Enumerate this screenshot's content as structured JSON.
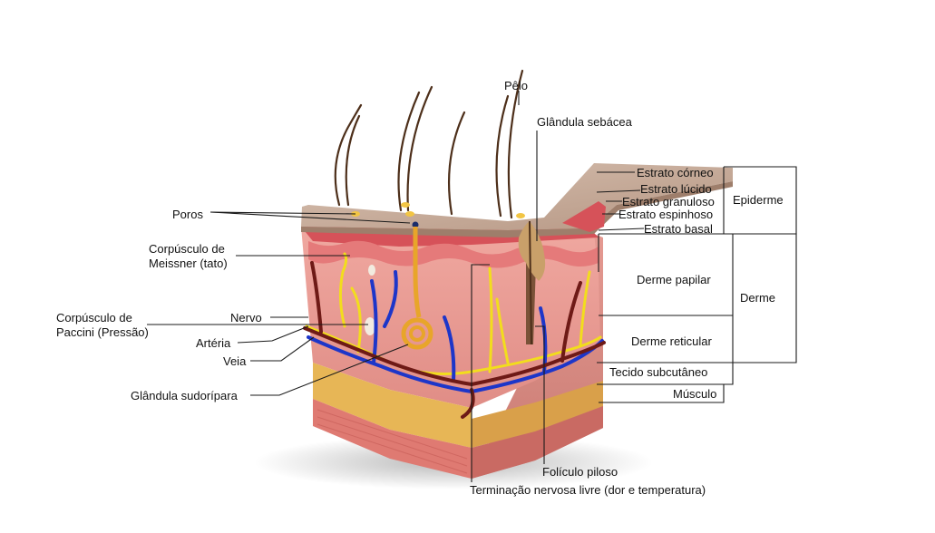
{
  "labels": {
    "pelo": "Pêlo",
    "glandula_sebacea": "Glândula sebácea",
    "poros": "Poros",
    "corpusculo_meissner_1": "Corpúsculo de",
    "corpusculo_meissner_2": "Meissner (tato)",
    "corpusculo_paccini_1": "Corpúsculo de",
    "corpusculo_paccini_2": "Paccini (Pressão)",
    "nervo": "Nervo",
    "arteria": "Artéria",
    "veia": "Veia",
    "glandula_sudoripara": "Glândula sudorípara",
    "foliculo_piloso": "Folículo piloso",
    "terminacao_nervosa": "Terminação nervosa livre (dor e temperatura)"
  },
  "layers": {
    "estrato_corneo": "Estrato córneo",
    "estrato_lucido": "Estrato lúcido",
    "estrato_granuloso": "Estrato granuloso",
    "estrato_espinhoso": "Estrato espinhoso",
    "estrato_basal": "Estrato basal",
    "derme_papilar": "Derme papilar",
    "derme_reticular": "Derme reticular",
    "tecido_subcutaneo": "Tecido subcutâneo",
    "musculo": "Músculo"
  },
  "groups": {
    "epiderme": "Epiderme",
    "derme": "Derme"
  },
  "colors": {
    "surface": "#c7aa96",
    "dermis": "#ea9f98",
    "epidermis_red": "#d9545a",
    "fat": "#e7b656",
    "muscle": "#df7a72",
    "nerve": "#f2dd1d",
    "artery": "#6e1a16",
    "vein": "#1d36c9",
    "hair": "#4d2f1a",
    "gland": "#e8a52a"
  }
}
